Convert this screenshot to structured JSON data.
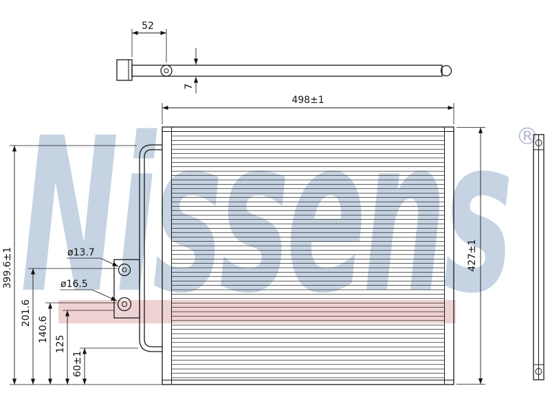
{
  "watermark": {
    "text": "Nissens",
    "registered_mark": "®",
    "text_color": "#aec0d6",
    "band_color": "#e9c0c3"
  },
  "drawing": {
    "top_view": {
      "width_dim": "52",
      "thickness_dim": "7"
    },
    "front_view": {
      "width_dim": "498±1",
      "height_dim": "427±1",
      "port_top_dim": "ø13.7",
      "port_bottom_dim": "ø16.5",
      "left_dims": [
        "399.6±1",
        "201.6",
        "140.6",
        "125",
        "60±1"
      ]
    }
  }
}
